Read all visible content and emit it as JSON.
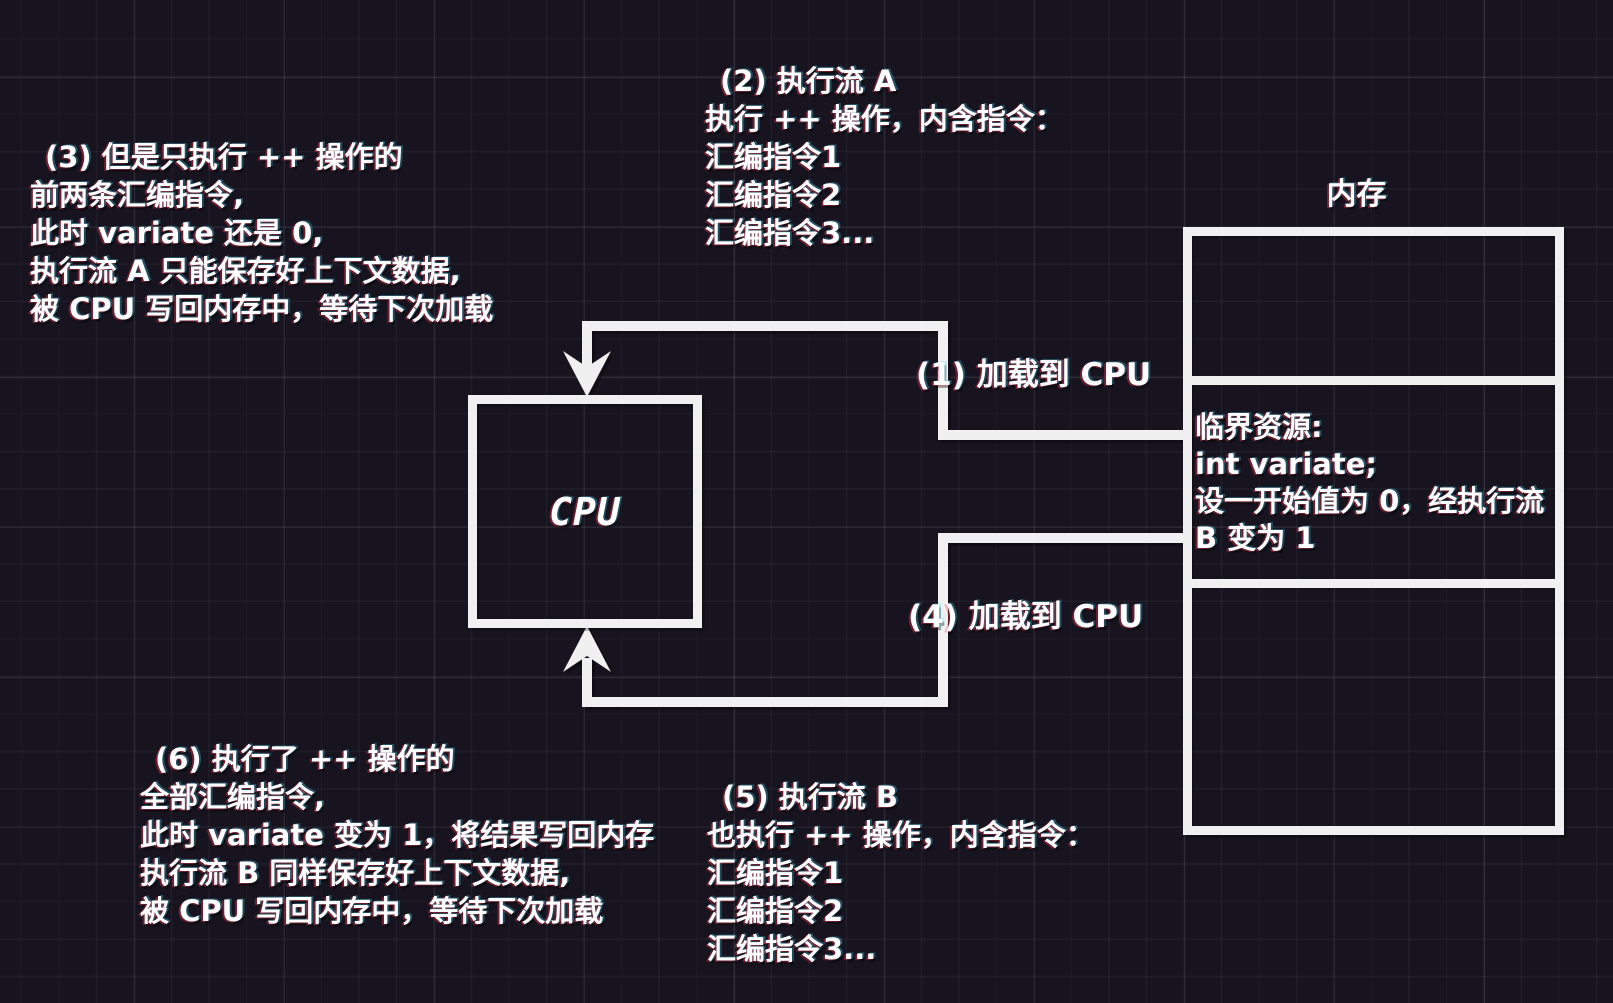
{
  "notes": {
    "flow_a": {
      "lines": [
        "(2) 执行流 A",
        "执行 ++ 操作，内含指令：",
        "汇编指令1",
        "汇编指令2",
        "汇编指令3..."
      ]
    },
    "step3": {
      "lines": [
        "(3) 但是只执行 ++ 操作的",
        "前两条汇编指令,",
        "此时 variate 还是 0,",
        "执行流 A 只能保存好上下文数据,",
        "被 CPU 写回内存中，等待下次加载"
      ]
    },
    "step6": {
      "lines": [
        "(6) 执行了 ++ 操作的",
        "全部汇编指令,",
        "此时 variate 变为 1，将结果写回内存",
        "执行流 B 同样保存好上下文数据,",
        "被 CPU 写回内存中，等待下次加载"
      ]
    },
    "flow_b": {
      "lines": [
        "(5) 执行流 B",
        "也执行 ++ 操作，内含指令：",
        "汇编指令1",
        "汇编指令2",
        "汇编指令3..."
      ]
    }
  },
  "cpu": {
    "label": "CPU"
  },
  "memory": {
    "title": "内存",
    "critical": {
      "lines": [
        "临界资源:",
        "int variate;",
        "设一开始值为 0，经执行流",
        "B 变为 1"
      ]
    }
  },
  "connectors": {
    "load1": {
      "label": "(1) 加载到 CPU"
    },
    "load4": {
      "label": "(4) 加载到 CPU"
    }
  },
  "colors": {
    "background": "#171420",
    "stroke": "#f0f0f0",
    "text": "#ffffff"
  }
}
